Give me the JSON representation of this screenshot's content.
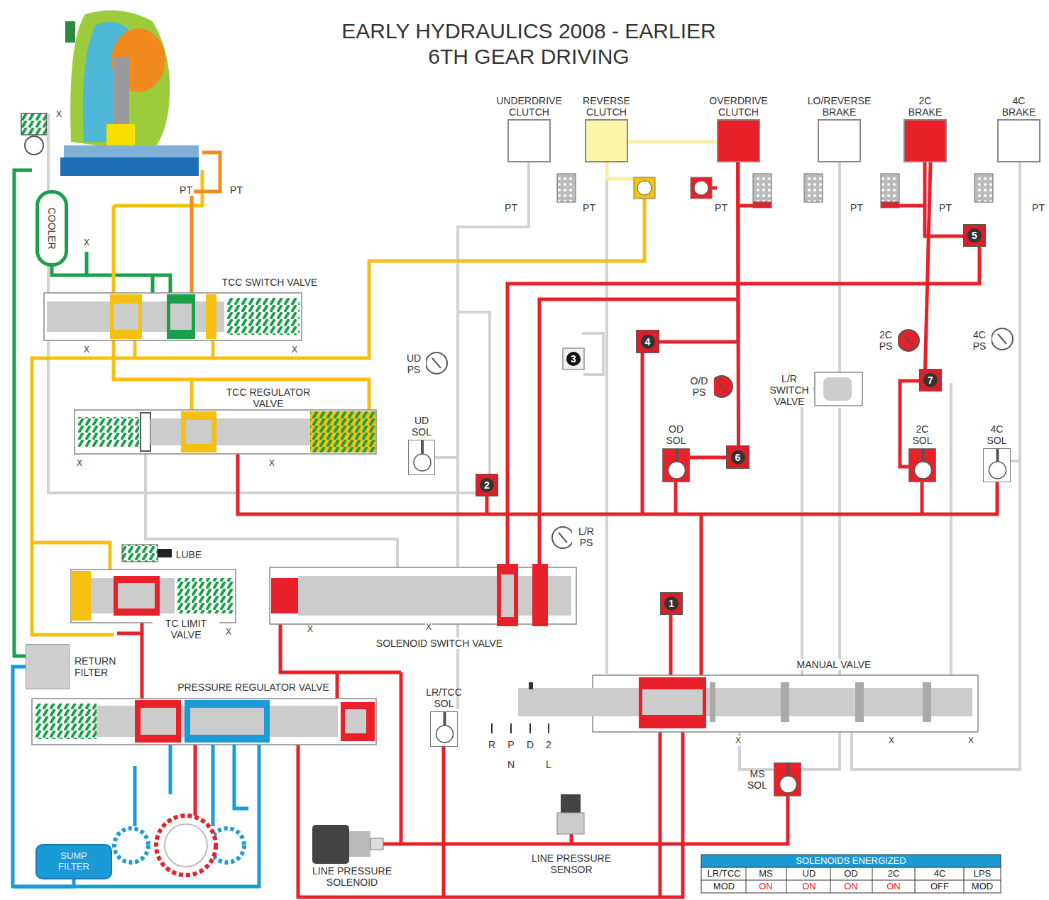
{
  "diagram": {
    "title": "EARLY HYDRAULICS 2008 - EARLIER 6TH GEAR DRIVING",
    "nodes": [
      {
        "text": [
          "UNDERDRIVE CLUTCH"
        ]
      },
      {
        "text": [
          "REVERSE CLUTCH"
        ]
      },
      {
        "text": [
          "OVERDRIVE CLUTCH"
        ]
      },
      {
        "text": [
          "LO/REVERSE BRAKE"
        ]
      },
      {
        "text": [
          "2C BRAKE"
        ]
      },
      {
        "text": [
          "4C BRAKE"
        ]
      },
      {
        "text": [
          "1"
        ]
      },
      {
        "text": [
          "2"
        ]
      },
      {
        "text": [
          "3"
        ]
      },
      {
        "text": [
          "4"
        ]
      },
      {
        "text": [
          "5"
        ]
      },
      {
        "text": [
          "6"
        ]
      },
      {
        "text": [
          "7"
        ]
      },
      {
        "text": [
          "UD SOL"
        ]
      },
      {
        "text": [
          "OD SOL"
        ]
      },
      {
        "text": [
          "2C SOL"
        ]
      },
      {
        "text": [
          "4C SOL"
        ]
      },
      {
        "text": [
          "LR/TCC SOL"
        ]
      },
      {
        "text": [
          "MS SOL"
        ]
      },
      {
        "text": [
          "COOLER"
        ]
      },
      {
        "text": [
          "RETURN FILTER"
        ]
      },
      {
        "text": [
          "SUMP FILTER"
        ]
      }
    ],
    "edges": [
      {
        "from": 2,
        "to": 11,
        "arrow": "none"
      },
      {
        "from": 4,
        "to": 12,
        "arrow": "none"
      },
      {
        "from": 10,
        "to": 4,
        "arrow": "none"
      },
      {
        "from": 11,
        "to": 14,
        "arrow": "none"
      },
      {
        "from": 12,
        "to": 15,
        "arrow": "none"
      },
      {
        "from": 20,
        "to": 21,
        "arrow": "none"
      },
      {
        "from": 9,
        "to": 2,
        "arrow": "none"
      }
    ],
    "labels": [
      "PT",
      "PT",
      "X",
      "X",
      "TCC SWITCH VALVE",
      "X",
      "X",
      "TCC REGULATOR VALVE",
      "X",
      "X",
      "PT",
      "PT",
      "PT",
      "PT",
      "PT",
      "PT",
      "UD PS",
      "O/D PS",
      "L/R SWITCH VALVE",
      "2C PS",
      "4C PS",
      "L/R PS",
      "LUBE",
      "TC LIMIT VALVE",
      "X",
      "X",
      "X",
      "SOLENOID SWITCH VALVE",
      "MANUAL VALVE",
      "PRESSURE REGULATOR VALVE",
      "R",
      "P",
      "D",
      "2",
      "N",
      "L",
      "X",
      "X",
      "X",
      "LINE PRESSURE SENSOR",
      "LINE PRESSURE SOLENOID",
      "SOLENOIDS ENERGIZED",
      "LR/TCC",
      "MS",
      "UD",
      "OD",
      "2C",
      "4C",
      "LPS",
      "MOD",
      "ON",
      "ON",
      "ON",
      "ON",
      "OFF",
      "MOD"
    ]
  }
}
